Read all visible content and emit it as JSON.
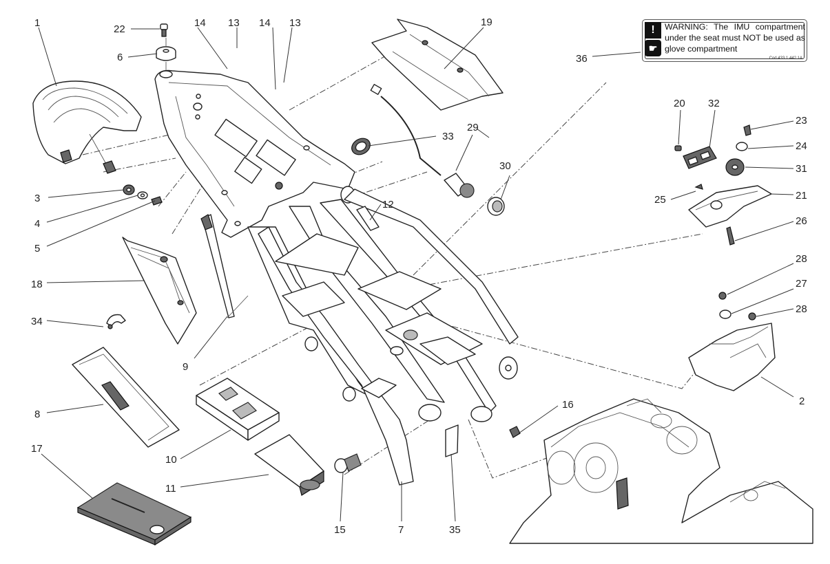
{
  "diagram": {
    "title": "Rear frame / IMU compartment exploded parts diagram",
    "callouts": {
      "c1": "1",
      "c2": "2",
      "c3": "3",
      "c4": "4",
      "c5": "5",
      "c6": "6",
      "c7": "7",
      "c8": "8",
      "c9": "9",
      "c10": "10",
      "c11": "11",
      "c12": "12",
      "c13a": "13",
      "c13b": "13",
      "c14a": "14",
      "c14b": "14",
      "c15": "15",
      "c16": "16",
      "c17": "17",
      "c18": "18",
      "c19": "19",
      "c20": "20",
      "c21": "21",
      "c22": "22",
      "c23": "23",
      "c24": "24",
      "c25": "25",
      "c26": "26",
      "c27": "27",
      "c28a": "28",
      "c28b": "28",
      "c29": "29",
      "c30": "30",
      "c31": "31",
      "c32": "32",
      "c33": "33",
      "c34": "34",
      "c35": "35",
      "c36": "36"
    },
    "warning_label": {
      "icon_top": "warning-triangle-icon",
      "icon_bottom": "glove-icon",
      "icon_top_glyph": "!",
      "icon_bottom_glyph": "☛",
      "text": "WARNING: The IMU compartment under the seat must NOT be used as glove compartment",
      "code": "Cod 433.1.442.1A"
    }
  }
}
